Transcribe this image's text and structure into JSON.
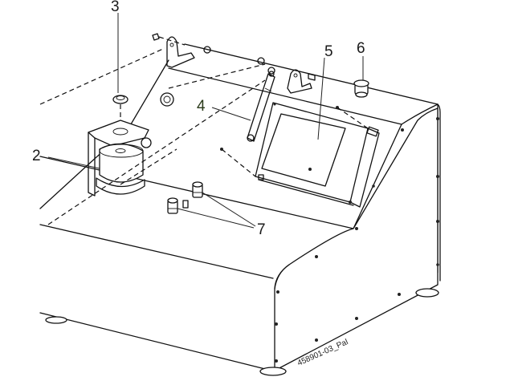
{
  "figure": {
    "type": "exploded parts diagram",
    "subject": "bench-top machine housing with display panel",
    "caption": "458901-03_Pal"
  },
  "callouts": [
    {
      "id": "2",
      "label": "2",
      "target": "shock absorber / damper mount (left)"
    },
    {
      "id": "3",
      "label": "3",
      "target": "nut / bushing above damper"
    },
    {
      "id": "4",
      "label": "4",
      "target": "gas spring strut"
    },
    {
      "id": "5",
      "label": "5",
      "target": "display / window panel"
    },
    {
      "id": "6",
      "label": "6",
      "target": "round connector / cap on top"
    },
    {
      "id": "7",
      "label": "7",
      "target": "threaded bolts / fittings (x2)"
    }
  ],
  "colors": {
    "line": "#111111",
    "background": "#ffffff",
    "label_4": "#2a3a1a"
  }
}
